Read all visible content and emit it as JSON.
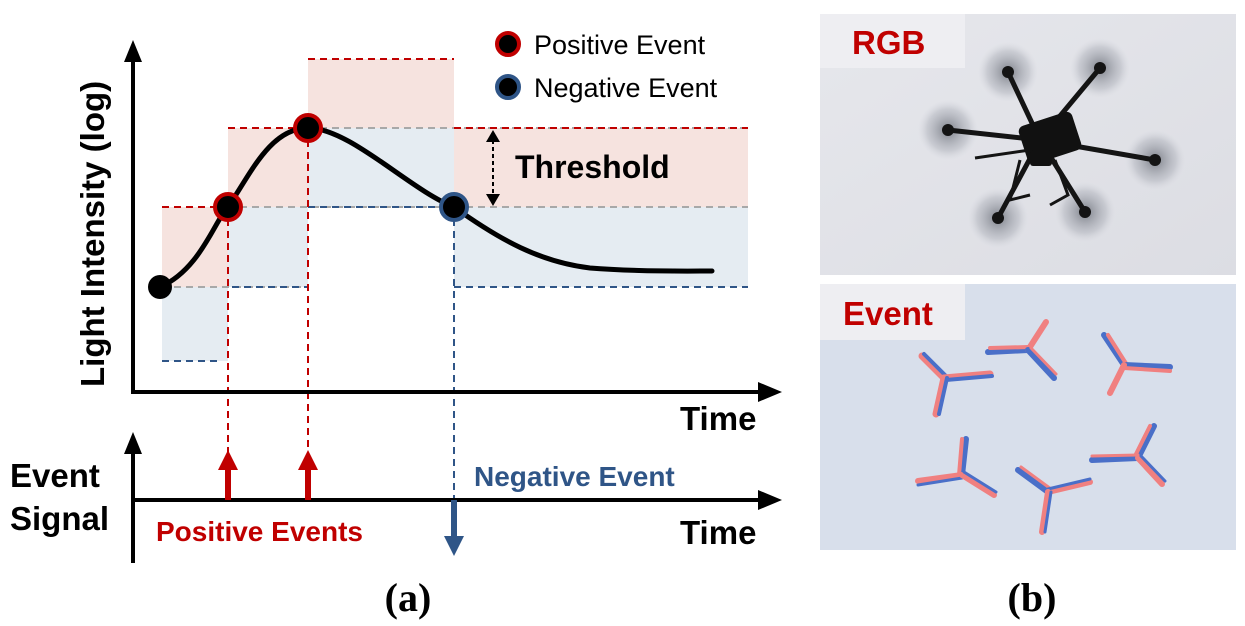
{
  "panel_a": {
    "y_axis_label": "Light Intensity (log)",
    "x_axis_label_top": "Time",
    "x_axis_label_bottom": "Time",
    "event_signal_label_line1": "Event",
    "event_signal_label_line2": "Signal",
    "legend": {
      "positive": "Positive Event",
      "negative": "Negative Event"
    },
    "threshold_label": "Threshold",
    "positive_events_label": "Positive Events",
    "negative_event_label": "Negative Event",
    "caption": "(a)"
  },
  "panel_b": {
    "rgb_label": "RGB",
    "event_label": "Event",
    "caption": "(b)"
  },
  "colors": {
    "positive": "#c00000",
    "negative": "#2f5587",
    "positive_fill": "#f6e3df",
    "negative_fill": "#e5ecf2",
    "curve": "#000000",
    "label_red": "#c00000",
    "label_blue": "#2f5587"
  }
}
